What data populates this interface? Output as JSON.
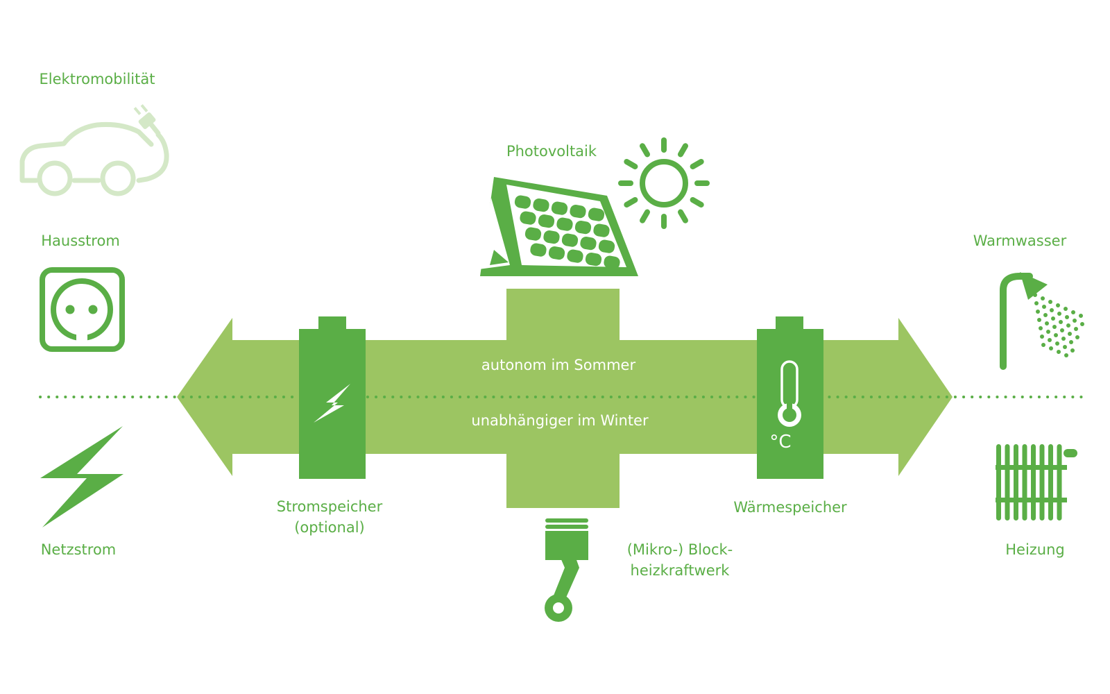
{
  "colors": {
    "arrow": "#9cc562",
    "dark": "#5aae46",
    "faded": "#d4e8c7",
    "text_light": "#ffffff"
  },
  "labels": {
    "elektromobilitaet": "Elektromobilität",
    "hausstrom": "Hausstrom",
    "netzstrom": "Netzstrom",
    "photovoltaik": "Photovoltaik",
    "stromspeicher_line1": "Stromspeicher",
    "stromspeicher_line2": "(optional)",
    "waermespeicher": "Wärmespeicher",
    "bhkw_line1": "(Mikro-) Block-",
    "bhkw_line2": "heizkraftwerk",
    "warmwasser": "Warmwasser",
    "heizung": "Heizung"
  },
  "arrow": {
    "summer": "autonom im Sommer",
    "winter": "unabhängiger im Winter"
  },
  "thermo_unit": "°C",
  "icons": [
    "car-plug-icon",
    "socket-icon",
    "lightning-icon",
    "solar-panel-icon",
    "sun-icon",
    "battery-icon",
    "heat-battery-icon",
    "thermometer-icon",
    "piston-icon",
    "shower-icon",
    "radiator-icon"
  ]
}
